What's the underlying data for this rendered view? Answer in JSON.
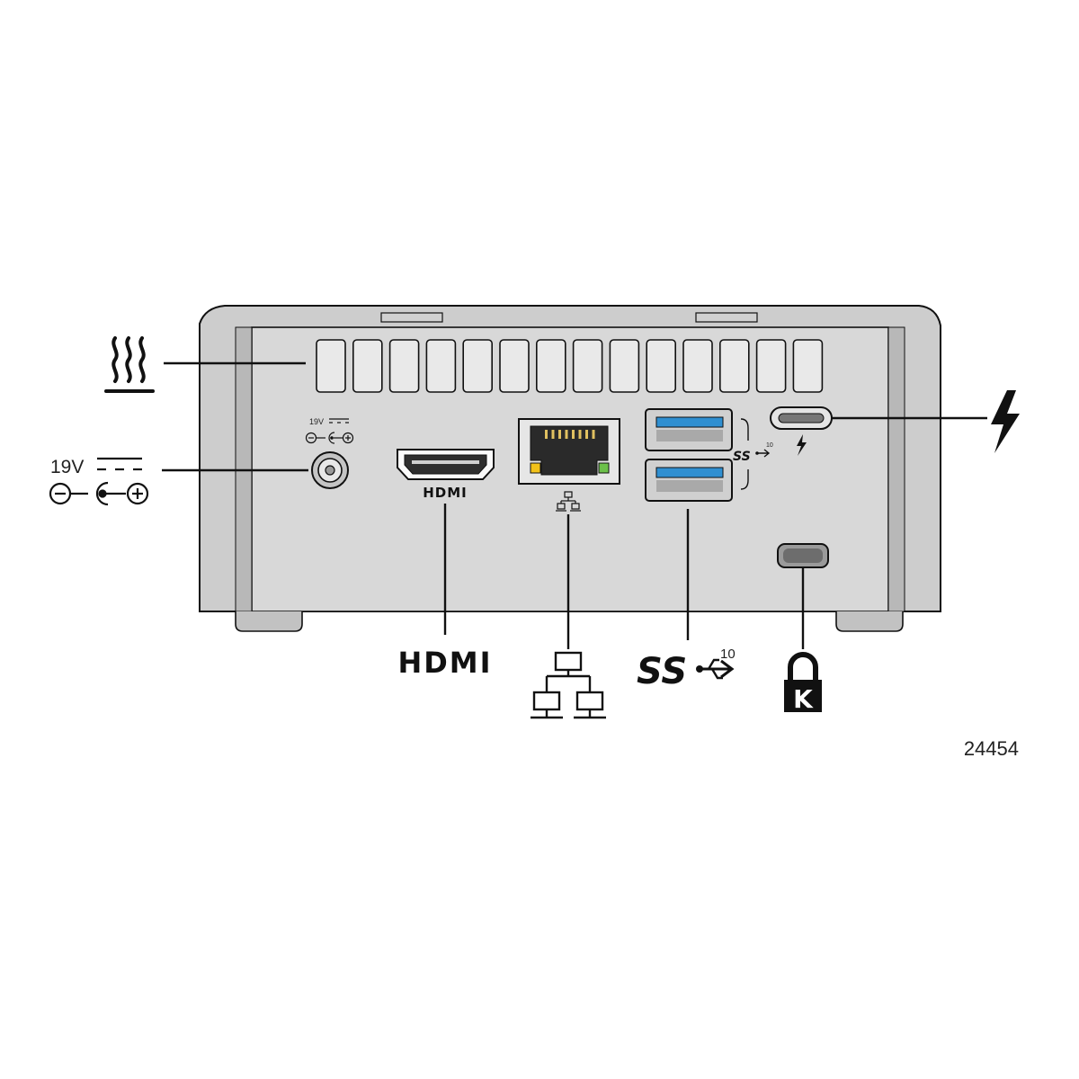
{
  "figure_number": "24454",
  "labels": {
    "power_voltage": "19V",
    "power_voltage_small": "19V",
    "hdmi_panel": "HDMI",
    "hdmi_callout": "HDMI",
    "usb_panel": "SS",
    "usb_callout": "SS",
    "usb_speed_panel": "10",
    "usb_speed_callout": "10",
    "lock_letter": "K"
  },
  "icons": {
    "heat_vent": "heat-waves-icon",
    "power": "dc-power-polarity-icon",
    "hdmi": "hdmi-logo-icon",
    "network": "network-icon",
    "usb": "superspeed-usb-icon",
    "thunderbolt": "thunderbolt-icon",
    "lock": "kensington-lock-icon"
  },
  "colors": {
    "chassis": "#c9c9c9",
    "panel": "#d6d6d6",
    "usb_port_insert": "#2f8fd1",
    "led_left": "#f2c21a",
    "led_right": "#6cc04a",
    "line": "#111111"
  }
}
